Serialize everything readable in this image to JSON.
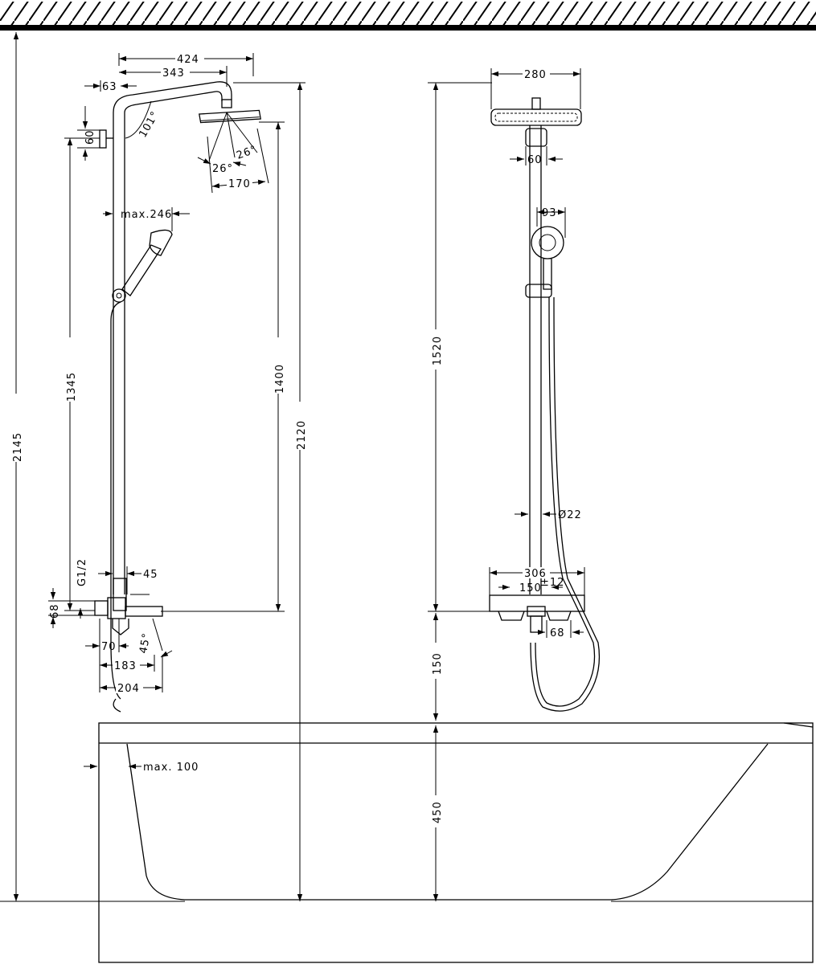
{
  "diagram": {
    "dimensions": {
      "d424": "424",
      "d343": "343",
      "d63": "63",
      "d60_side": "60",
      "d101": "101°",
      "d26a": "26°",
      "d26b": "26°",
      "d170": "170",
      "dmax246": "max.246",
      "d1345": "1345",
      "d1400": "1400",
      "d2120": "2120",
      "d2145": "2145",
      "dG12": "G1/2",
      "d45": "45",
      "d68_side": "68",
      "d70": "70",
      "d45deg": "45°",
      "d183": "183",
      "d204": "204",
      "dmax100": "max. 100",
      "d280": "280",
      "d60_front": "60",
      "d93": "93",
      "d1520": "1520",
      "d22": "Ø22",
      "d306": "306",
      "d12": "±12",
      "d150_front": "150",
      "d68_front": "68",
      "d150_vert": "150",
      "d450": "450"
    }
  }
}
